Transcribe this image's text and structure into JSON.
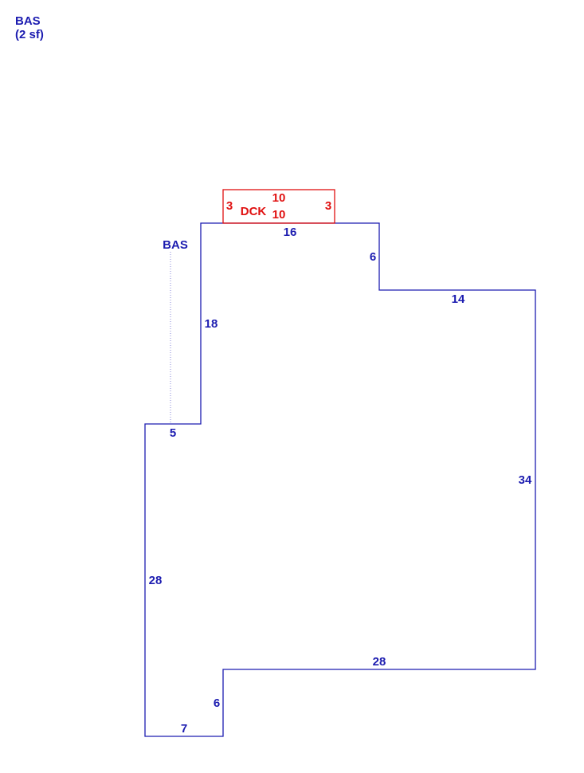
{
  "header": {
    "area_name": "BAS",
    "area_size": "(2 sf)"
  },
  "bas": {
    "label": "BAS",
    "dims": {
      "top": "16",
      "right_step": "6",
      "upper_right": "14",
      "right": "34",
      "bottom_right": "28",
      "lower_notch": "6",
      "bottom": "7",
      "left_lower": "28",
      "left_step": "5",
      "left_upper": "18"
    }
  },
  "deck": {
    "label": "DCK",
    "dims": {
      "top": "10",
      "bottom": "10",
      "left": "3",
      "right": "3"
    }
  },
  "colors": {
    "bas_line": "#1c1cb0",
    "deck_line": "#e01010",
    "guide_line": "#8a8ad8"
  }
}
